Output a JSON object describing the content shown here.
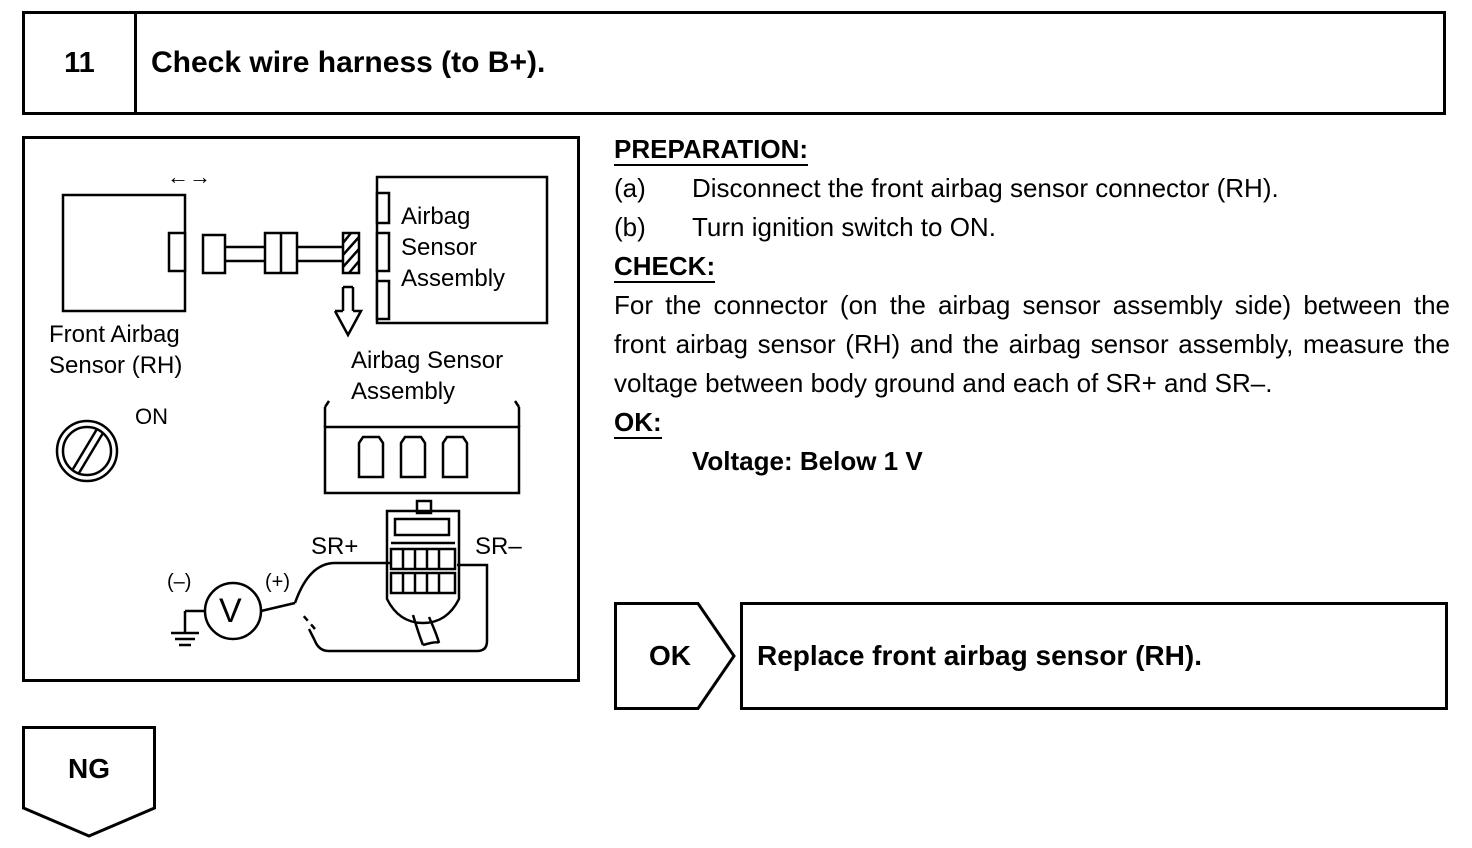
{
  "step": {
    "number": "11",
    "title": "Check wire harness (to B+)."
  },
  "figure": {
    "front_sensor_label": "Front Airbag\nSensor (RH)",
    "assembly_label_top": "Airbag\nSensor\nAssembly",
    "assembly_label_mid": "Airbag Sensor\nAssembly",
    "ignition_label": "ON",
    "sr_plus": "SR+",
    "sr_minus": "SR–",
    "neg_terminal": "(–)",
    "pos_terminal": "(+)",
    "meter_symbol": "V",
    "disconnect_arrows": "←→",
    "icons": [
      "ignition-key-icon",
      "voltmeter-icon",
      "ground-icon",
      "connector-icon"
    ]
  },
  "preparation": {
    "heading": "PREPARATION:",
    "steps": [
      {
        "letter": "(a)",
        "text": "Disconnect the front airbag sensor connector (RH)."
      },
      {
        "letter": "(b)",
        "text": "Turn ignition switch to ON."
      }
    ]
  },
  "check": {
    "heading": "CHECK:",
    "text": "For the connector (on the airbag sensor assembly side) between the front airbag sensor (RH) and the airbag sensor assembly, measure the voltage between body ground and each of SR+ and SR–."
  },
  "ok": {
    "heading": "OK:",
    "value": "Voltage: Below 1 V"
  },
  "result": {
    "ok_tag": "OK",
    "ok_action": "Replace front airbag sensor (RH).",
    "ng_tag": "NG"
  }
}
